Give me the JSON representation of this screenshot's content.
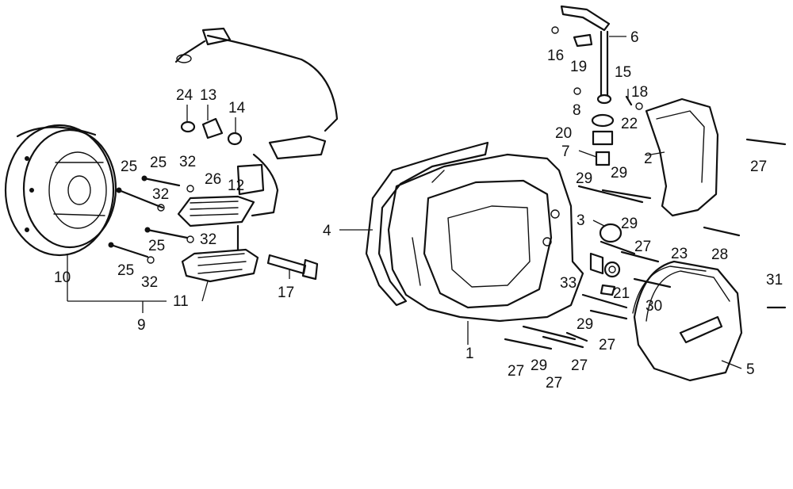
{
  "callouts": [
    {
      "id": "c1",
      "text": "1"
    },
    {
      "id": "c2",
      "text": "2"
    },
    {
      "id": "c3",
      "text": "3"
    },
    {
      "id": "c4",
      "text": "4"
    },
    {
      "id": "c5",
      "text": "5"
    },
    {
      "id": "c6",
      "text": "6"
    },
    {
      "id": "c7",
      "text": "7"
    },
    {
      "id": "c8",
      "text": "8"
    },
    {
      "id": "c9",
      "text": "9"
    },
    {
      "id": "c10",
      "text": "10"
    },
    {
      "id": "c11",
      "text": "11"
    },
    {
      "id": "c12",
      "text": "12"
    },
    {
      "id": "c13",
      "text": "13"
    },
    {
      "id": "c14",
      "text": "14"
    },
    {
      "id": "c15",
      "text": "15"
    },
    {
      "id": "c16",
      "text": "16"
    },
    {
      "id": "c17",
      "text": "17"
    },
    {
      "id": "c18",
      "text": "18"
    },
    {
      "id": "c19",
      "text": "19"
    },
    {
      "id": "c20",
      "text": "20"
    },
    {
      "id": "c21",
      "text": "21"
    },
    {
      "id": "c22",
      "text": "22"
    },
    {
      "id": "c23",
      "text": "23"
    },
    {
      "id": "c24",
      "text": "24"
    },
    {
      "id": "c25a",
      "text": "25"
    },
    {
      "id": "c25b",
      "text": "25"
    },
    {
      "id": "c25c",
      "text": "25"
    },
    {
      "id": "c25d",
      "text": "25"
    },
    {
      "id": "c26",
      "text": "26"
    },
    {
      "id": "c27a",
      "text": "27"
    },
    {
      "id": "c27b",
      "text": "27"
    },
    {
      "id": "c27c",
      "text": "27"
    },
    {
      "id": "c27d",
      "text": "27"
    },
    {
      "id": "c27e",
      "text": "27"
    },
    {
      "id": "c27f",
      "text": "27"
    },
    {
      "id": "c28",
      "text": "28"
    },
    {
      "id": "c29a",
      "text": "29"
    },
    {
      "id": "c29b",
      "text": "29"
    },
    {
      "id": "c29c",
      "text": "29"
    },
    {
      "id": "c29d",
      "text": "29"
    },
    {
      "id": "c29e",
      "text": "29"
    },
    {
      "id": "c30",
      "text": "30"
    },
    {
      "id": "c31",
      "text": "31"
    },
    {
      "id": "c32a",
      "text": "32"
    },
    {
      "id": "c32b",
      "text": "32"
    },
    {
      "id": "c32c",
      "text": "32"
    },
    {
      "id": "c32d",
      "text": "32"
    },
    {
      "id": "c33",
      "text": "33"
    }
  ]
}
